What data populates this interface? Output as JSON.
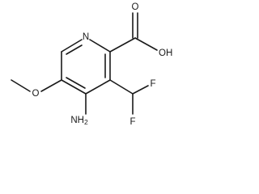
{
  "molecule": {
    "atom_labels": {
      "ring_nitrogen": "N",
      "carboxyl_carbonyl_oxygen": "O",
      "carboxyl_hydroxyl": "OH",
      "methoxy_oxygen": "O",
      "amino_group": "NH",
      "amino_subscript": "2",
      "fluorine_upper": "F",
      "fluorine_lower": "F"
    }
  }
}
